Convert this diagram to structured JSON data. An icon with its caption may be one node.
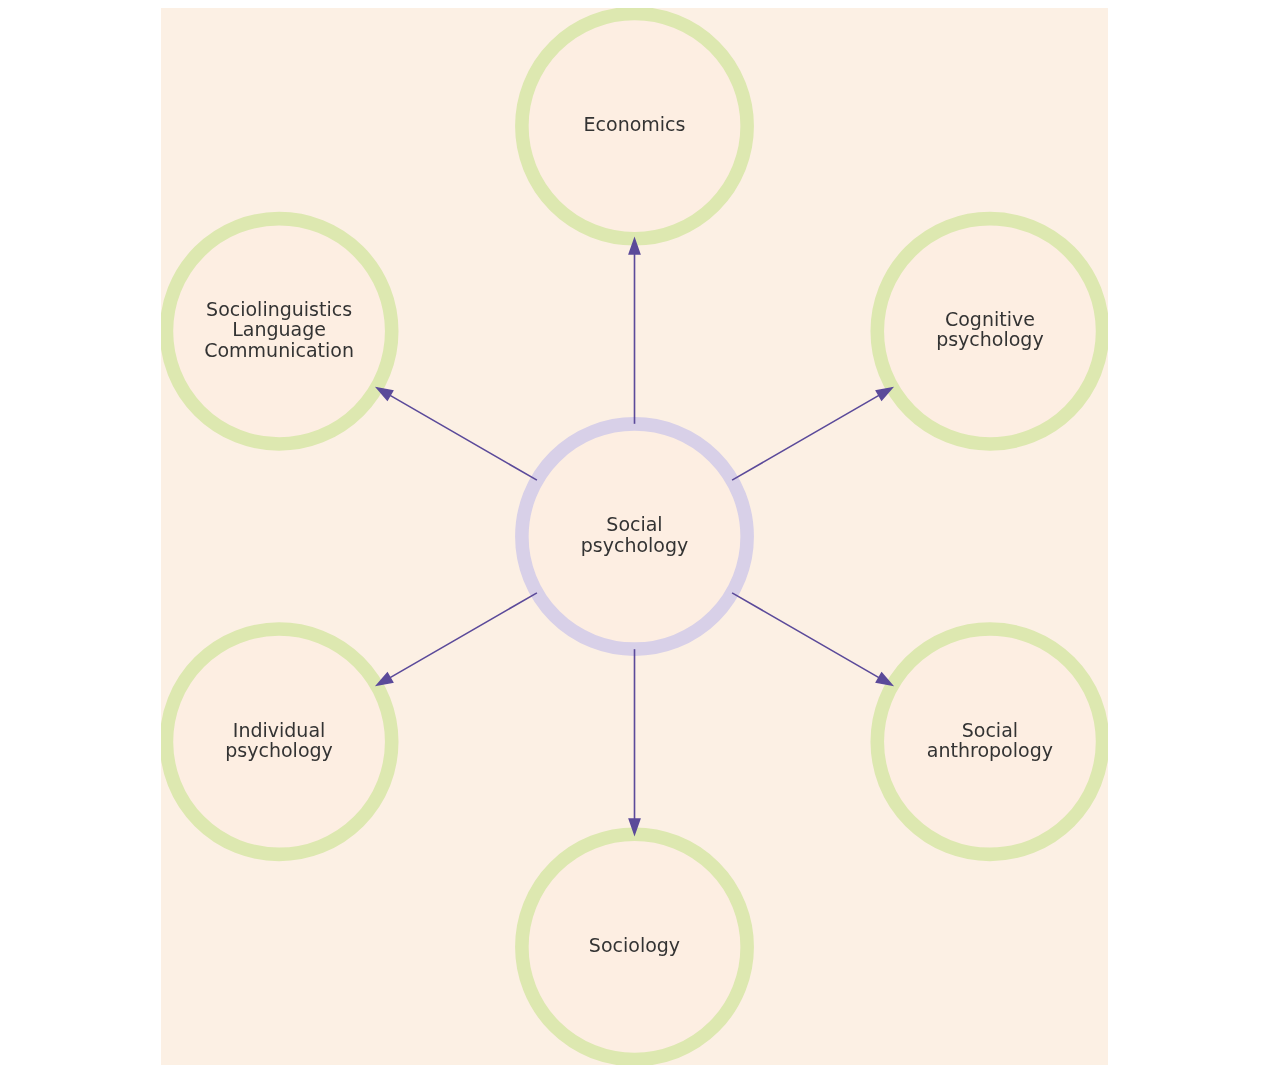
{
  "diagram": {
    "nodes": [
      {
        "text": [
          "Cognitive psychology"
        ]
      },
      {
        "text": [
          "Economics"
        ]
      },
      {
        "text": [
          "Sociolinguistics Language Communication"
        ]
      },
      {
        "text": [
          "Social psychology"
        ]
      },
      {
        "text": [
          "Individual psychology"
        ]
      },
      {
        "text": [
          "Sociology"
        ]
      },
      {
        "text": [
          "Social anthropology"
        ]
      }
    ],
    "edges": [
      {
        "from": 3,
        "to": 0,
        "arrow": "to"
      },
      {
        "from": 3,
        "to": 1,
        "arrow": "to"
      },
      {
        "from": 3,
        "to": 2,
        "arrow": "to"
      },
      {
        "from": 3,
        "to": 4,
        "arrow": "to"
      },
      {
        "from": 3,
        "to": 5,
        "arrow": "to"
      },
      {
        "from": 3,
        "to": 6,
        "arrow": "to"
      }
    ]
  }
}
